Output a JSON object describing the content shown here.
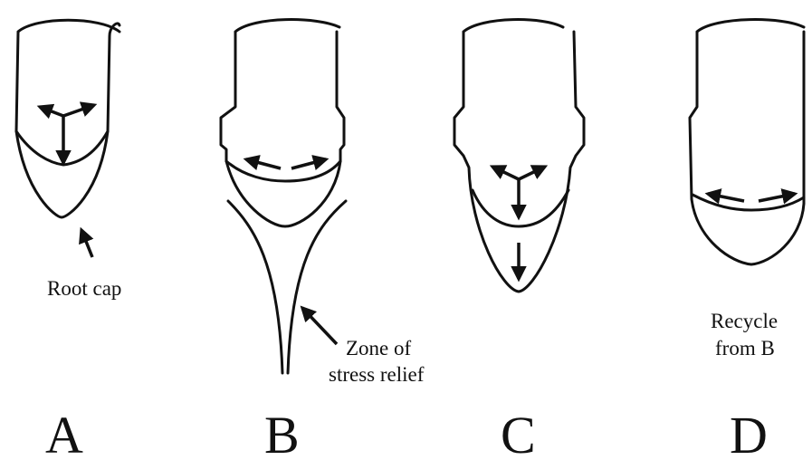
{
  "panels": [
    {
      "letter": "A"
    },
    {
      "letter": "B"
    },
    {
      "letter": "C"
    },
    {
      "letter": "D"
    }
  ],
  "annotations": {
    "root_cap": "Root cap",
    "zone_line1": "Zone of",
    "zone_line2": "stress relief",
    "recycle_line1": "Recycle",
    "recycle_line2": "from B"
  }
}
